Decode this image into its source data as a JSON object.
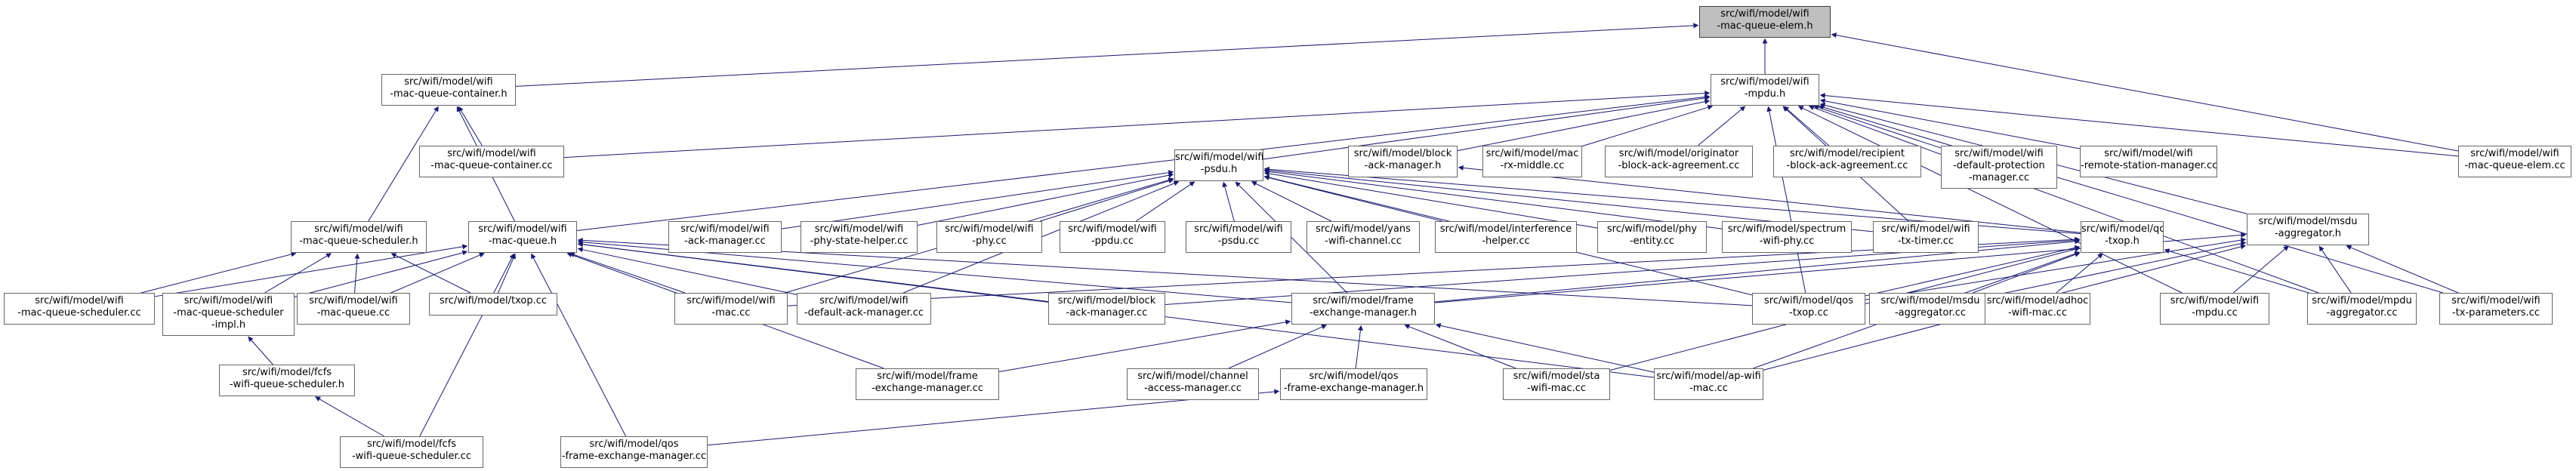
{
  "graph": {
    "edge_color": "#191970",
    "node_border": "#666666",
    "root_fill": "#bfbfbf",
    "nodes": [
      {
        "id": "root",
        "lines": [
          "src/wifi/model/wifi",
          "-mac-queue-elem.h"
        ],
        "root": true
      },
      {
        "id": "mqc_h",
        "lines": [
          "src/wifi/model/wifi",
          "-mac-queue-container.h"
        ]
      },
      {
        "id": "mpdu_h",
        "lines": [
          "src/wifi/model/wifi",
          "-mpdu.h"
        ]
      },
      {
        "id": "mqe_cc",
        "lines": [
          "src/wifi/model/wifi",
          "-mac-queue-elem.cc"
        ]
      },
      {
        "id": "mqc_cc",
        "lines": [
          "src/wifi/model/wifi",
          "-mac-queue-container.cc"
        ]
      },
      {
        "id": "psdu_h",
        "lines": [
          "src/wifi/model/wifi",
          "-psdu.h"
        ]
      },
      {
        "id": "bam_h",
        "lines": [
          "src/wifi/model/block",
          "-ack-manager.h"
        ]
      },
      {
        "id": "rxm_cc",
        "lines": [
          "src/wifi/model/mac",
          "-rx-middle.cc"
        ]
      },
      {
        "id": "oba_cc",
        "lines": [
          "src/wifi/model/originator",
          "-block-ack-agreement.cc"
        ]
      },
      {
        "id": "rba_cc",
        "lines": [
          "src/wifi/model/recipient",
          "-block-ack-agreement.cc"
        ]
      },
      {
        "id": "dpm_cc",
        "lines": [
          "src/wifi/model/wifi",
          "-default-protection",
          "-manager.cc"
        ]
      },
      {
        "id": "rsm_cc",
        "lines": [
          "src/wifi/model/wifi",
          "-remote-station-manager.cc"
        ]
      },
      {
        "id": "mqs_h",
        "lines": [
          "src/wifi/model/wifi",
          "-mac-queue-scheduler.h"
        ]
      },
      {
        "id": "mq_h",
        "lines": [
          "src/wifi/model/wifi",
          "-mac-queue.h"
        ]
      },
      {
        "id": "am_cc",
        "lines": [
          "src/wifi/model/wifi",
          "-ack-manager.cc"
        ]
      },
      {
        "id": "psh_cc",
        "lines": [
          "src/wifi/model/wifi",
          "-phy-state-helper.cc"
        ]
      },
      {
        "id": "phy_cc",
        "lines": [
          "src/wifi/model/wifi",
          "-phy.cc"
        ]
      },
      {
        "id": "ppdu_cc",
        "lines": [
          "src/wifi/model/wifi",
          "-ppdu.cc"
        ]
      },
      {
        "id": "psdu_cc",
        "lines": [
          "src/wifi/model/wifi",
          "-psdu.cc"
        ]
      },
      {
        "id": "ywc_cc",
        "lines": [
          "src/wifi/model/yans",
          "-wifi-channel.cc"
        ]
      },
      {
        "id": "ih_cc",
        "lines": [
          "src/wifi/model/interference",
          "-helper.cc"
        ]
      },
      {
        "id": "pe_cc",
        "lines": [
          "src/wifi/model/phy",
          "-entity.cc"
        ]
      },
      {
        "id": "swp_cc",
        "lines": [
          "src/wifi/model/spectrum",
          "-wifi-phy.cc"
        ]
      },
      {
        "id": "txt_cc",
        "lines": [
          "src/wifi/model/wifi",
          "-tx-timer.cc"
        ]
      },
      {
        "id": "qtx_h",
        "lines": [
          "src/wifi/model/qos",
          "-txop.h"
        ]
      },
      {
        "id": "msdu_h",
        "lines": [
          "src/wifi/model/msdu",
          "-aggregator.h"
        ]
      },
      {
        "id": "mqs_cc",
        "lines": [
          "src/wifi/model/wifi",
          "-mac-queue-scheduler.cc"
        ]
      },
      {
        "id": "mqsi_h",
        "lines": [
          "src/wifi/model/wifi",
          "-mac-queue-scheduler",
          "-impl.h"
        ]
      },
      {
        "id": "mq_cc",
        "lines": [
          "src/wifi/model/wifi",
          "-mac-queue.cc"
        ]
      },
      {
        "id": "txop_cc",
        "lines": [
          "src/wifi/model/txop.cc"
        ]
      },
      {
        "id": "mac_cc",
        "lines": [
          "src/wifi/model/wifi",
          "-mac.cc"
        ]
      },
      {
        "id": "dam_cc",
        "lines": [
          "src/wifi/model/wifi",
          "-default-ack-manager.cc"
        ]
      },
      {
        "id": "bam_cc",
        "lines": [
          "src/wifi/model/block",
          "-ack-manager.cc"
        ]
      },
      {
        "id": "fem_h",
        "lines": [
          "src/wifi/model/frame",
          "-exchange-manager.h"
        ]
      },
      {
        "id": "qtx_cc",
        "lines": [
          "src/wifi/model/qos",
          "-txop.cc"
        ]
      },
      {
        "id": "msdu_cc",
        "lines": [
          "src/wifi/model/msdu",
          "-aggregator.cc"
        ]
      },
      {
        "id": "adhoc_cc",
        "lines": [
          "src/wifi/model/adhoc",
          "-wifi-mac.cc"
        ]
      },
      {
        "id": "mpdu_cc",
        "lines": [
          "src/wifi/model/wifi",
          "-mpdu.cc"
        ]
      },
      {
        "id": "mpdua_cc",
        "lines": [
          "src/wifi/model/mpdu",
          "-aggregator.cc"
        ]
      },
      {
        "id": "txp_cc",
        "lines": [
          "src/wifi/model/wifi",
          "-tx-parameters.cc"
        ]
      },
      {
        "id": "fcfs_h",
        "lines": [
          "src/wifi/model/fcfs",
          "-wifi-queue-scheduler.h"
        ]
      },
      {
        "id": "fem_cc",
        "lines": [
          "src/wifi/model/frame",
          "-exchange-manager.cc"
        ]
      },
      {
        "id": "cam_cc",
        "lines": [
          "src/wifi/model/channel",
          "-access-manager.cc"
        ]
      },
      {
        "id": "qfem_h",
        "lines": [
          "src/wifi/model/qos",
          "-frame-exchange-manager.h"
        ]
      },
      {
        "id": "sta_cc",
        "lines": [
          "src/wifi/model/sta",
          "-wifi-mac.cc"
        ]
      },
      {
        "id": "ap_cc",
        "lines": [
          "src/wifi/model/ap-wifi",
          "-mac.cc"
        ]
      },
      {
        "id": "fcfs_cc",
        "lines": [
          "src/wifi/model/fcfs",
          "-wifi-queue-scheduler.cc"
        ]
      },
      {
        "id": "qfem_cc",
        "lines": [
          "src/wifi/model/qos",
          "-frame-exchange-manager.cc"
        ]
      }
    ],
    "edges": [
      [
        "root",
        "mqc_h"
      ],
      [
        "root",
        "mpdu_h"
      ],
      [
        "root",
        "mqe_cc"
      ],
      [
        "mqc_h",
        "mqc_cc"
      ],
      [
        "mqc_h",
        "mqs_h"
      ],
      [
        "mqc_h",
        "mq_h"
      ],
      [
        "mpdu_h",
        "mqc_cc"
      ],
      [
        "mpdu_h",
        "psdu_h"
      ],
      [
        "mpdu_h",
        "bam_h"
      ],
      [
        "mpdu_h",
        "rxm_cc"
      ],
      [
        "mpdu_h",
        "oba_cc"
      ],
      [
        "mpdu_h",
        "rba_cc"
      ],
      [
        "mpdu_h",
        "dpm_cc"
      ],
      [
        "mpdu_h",
        "rsm_cc"
      ],
      [
        "mpdu_h",
        "mqe_cc"
      ],
      [
        "mpdu_h",
        "mq_h"
      ],
      [
        "mpdu_h",
        "msdu_h"
      ],
      [
        "mpdu_h",
        "mpdu_cc"
      ],
      [
        "mpdu_h",
        "mpdua_cc"
      ],
      [
        "mpdu_h",
        "txp_cc"
      ],
      [
        "mpdu_h",
        "txt_cc"
      ],
      [
        "mpdu_h",
        "qtx_cc"
      ],
      [
        "psdu_h",
        "am_cc"
      ],
      [
        "psdu_h",
        "psh_cc"
      ],
      [
        "psdu_h",
        "phy_cc"
      ],
      [
        "psdu_h",
        "ppdu_cc"
      ],
      [
        "psdu_h",
        "psdu_cc"
      ],
      [
        "psdu_h",
        "ywc_cc"
      ],
      [
        "psdu_h",
        "ih_cc"
      ],
      [
        "psdu_h",
        "pe_cc"
      ],
      [
        "psdu_h",
        "swp_cc"
      ],
      [
        "psdu_h",
        "txt_cc"
      ],
      [
        "psdu_h",
        "qtx_h"
      ],
      [
        "psdu_h",
        "mac_cc"
      ],
      [
        "psdu_h",
        "dam_cc"
      ],
      [
        "psdu_h",
        "fem_h"
      ],
      [
        "psdu_h",
        "qtx_cc"
      ],
      [
        "bam_h",
        "qtx_h"
      ],
      [
        "mqs_h",
        "mqs_cc"
      ],
      [
        "mqs_h",
        "mqsi_h"
      ],
      [
        "mqs_h",
        "mq_cc"
      ],
      [
        "mqs_h",
        "txop_cc"
      ],
      [
        "mq_h",
        "mqs_cc"
      ],
      [
        "mq_h",
        "mqsi_h"
      ],
      [
        "mq_h",
        "mq_cc"
      ],
      [
        "mq_h",
        "txop_cc"
      ],
      [
        "mq_h",
        "mac_cc"
      ],
      [
        "mq_h",
        "dam_cc"
      ],
      [
        "mq_h",
        "bam_cc"
      ],
      [
        "mq_h",
        "fem_h"
      ],
      [
        "mq_h",
        "qtx_cc"
      ],
      [
        "mq_h",
        "ap_cc"
      ],
      [
        "mq_h",
        "fem_cc"
      ],
      [
        "mq_h",
        "fcfs_cc"
      ],
      [
        "mq_h",
        "qfem_cc"
      ],
      [
        "qtx_h",
        "mac_cc"
      ],
      [
        "qtx_h",
        "bam_cc"
      ],
      [
        "qtx_h",
        "fem_h"
      ],
      [
        "qtx_h",
        "qtx_cc"
      ],
      [
        "qtx_h",
        "msdu_cc"
      ],
      [
        "qtx_h",
        "adhoc_cc"
      ],
      [
        "qtx_h",
        "mpdua_cc"
      ],
      [
        "qtx_h",
        "sta_cc"
      ],
      [
        "qtx_h",
        "ap_cc"
      ],
      [
        "msdu_h",
        "qtx_cc"
      ],
      [
        "msdu_h",
        "msdu_cc"
      ],
      [
        "msdu_h",
        "mpdu_cc"
      ],
      [
        "msdu_h",
        "mpdua_cc"
      ],
      [
        "msdu_h",
        "txp_cc"
      ],
      [
        "msdu_h",
        "fem_h"
      ],
      [
        "msdu_h",
        "ap_cc"
      ],
      [
        "mqsi_h",
        "fcfs_h"
      ],
      [
        "fcfs_h",
        "fcfs_cc"
      ],
      [
        "fem_h",
        "fem_cc"
      ],
      [
        "fem_h",
        "cam_cc"
      ],
      [
        "fem_h",
        "qfem_h"
      ],
      [
        "fem_h",
        "sta_cc"
      ],
      [
        "fem_h",
        "ap_cc"
      ],
      [
        "qfem_h",
        "qfem_cc"
      ]
    ]
  }
}
